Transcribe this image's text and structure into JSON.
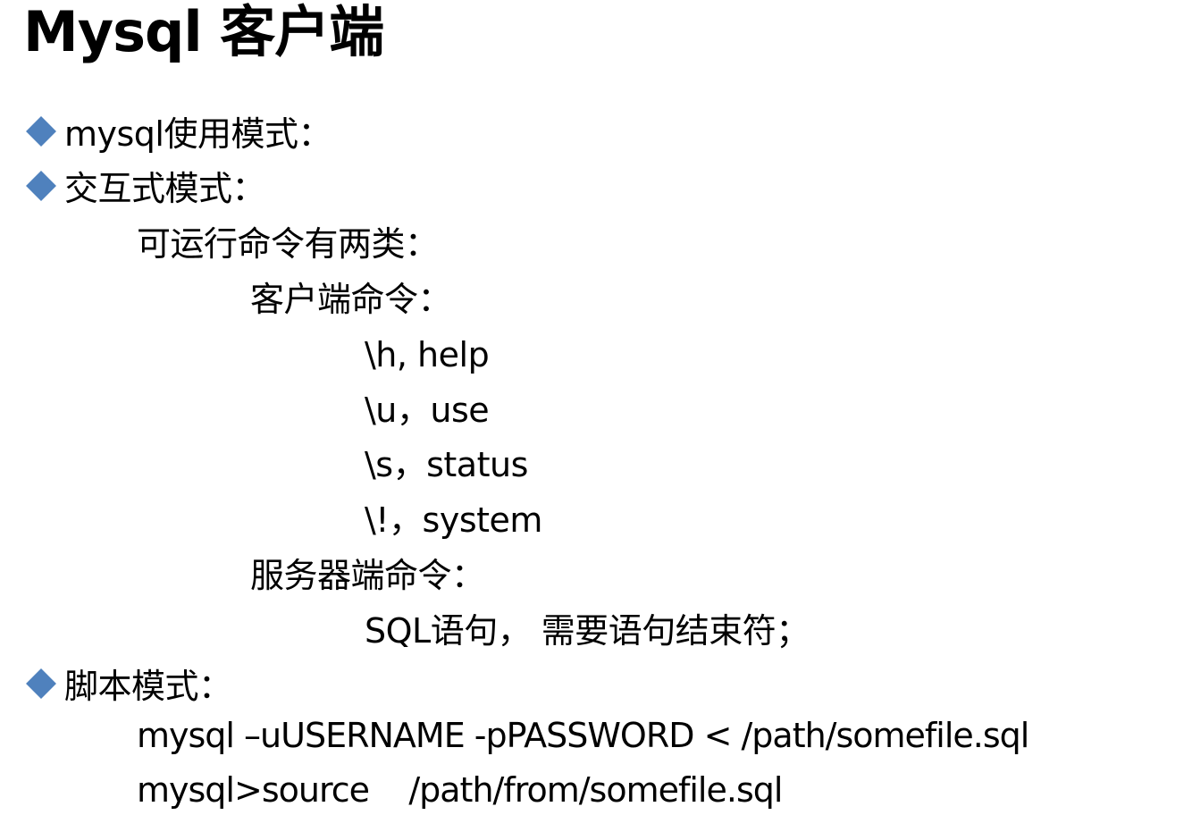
{
  "slide": {
    "title": "Mysql 客户端",
    "bullet_color": "#4f81bd",
    "items": [
      {
        "type": "bullet",
        "text": "mysql使用模式："
      },
      {
        "type": "bullet",
        "text": "交互式模式："
      },
      {
        "type": "indent1",
        "text": "可运行命令有两类："
      },
      {
        "type": "indent2",
        "text": "客户端命令："
      },
      {
        "type": "indent3",
        "text": "\\h, help"
      },
      {
        "type": "indent3",
        "text": "\\u，use"
      },
      {
        "type": "indent3",
        "text": "\\s，status"
      },
      {
        "type": "indent3",
        "text": "\\!，system"
      },
      {
        "type": "indent2",
        "text": "服务器端命令："
      },
      {
        "type": "indent3",
        "text": "SQL语句， 需要语句结束符；"
      },
      {
        "type": "bullet",
        "text": "脚本模式："
      },
      {
        "type": "indent1",
        "text": "mysql –uUSERNAME -pPASSWORD < /path/somefile.sql"
      },
      {
        "type": "indent1",
        "text": "mysql>source    /path/from/somefile.sql"
      }
    ]
  }
}
